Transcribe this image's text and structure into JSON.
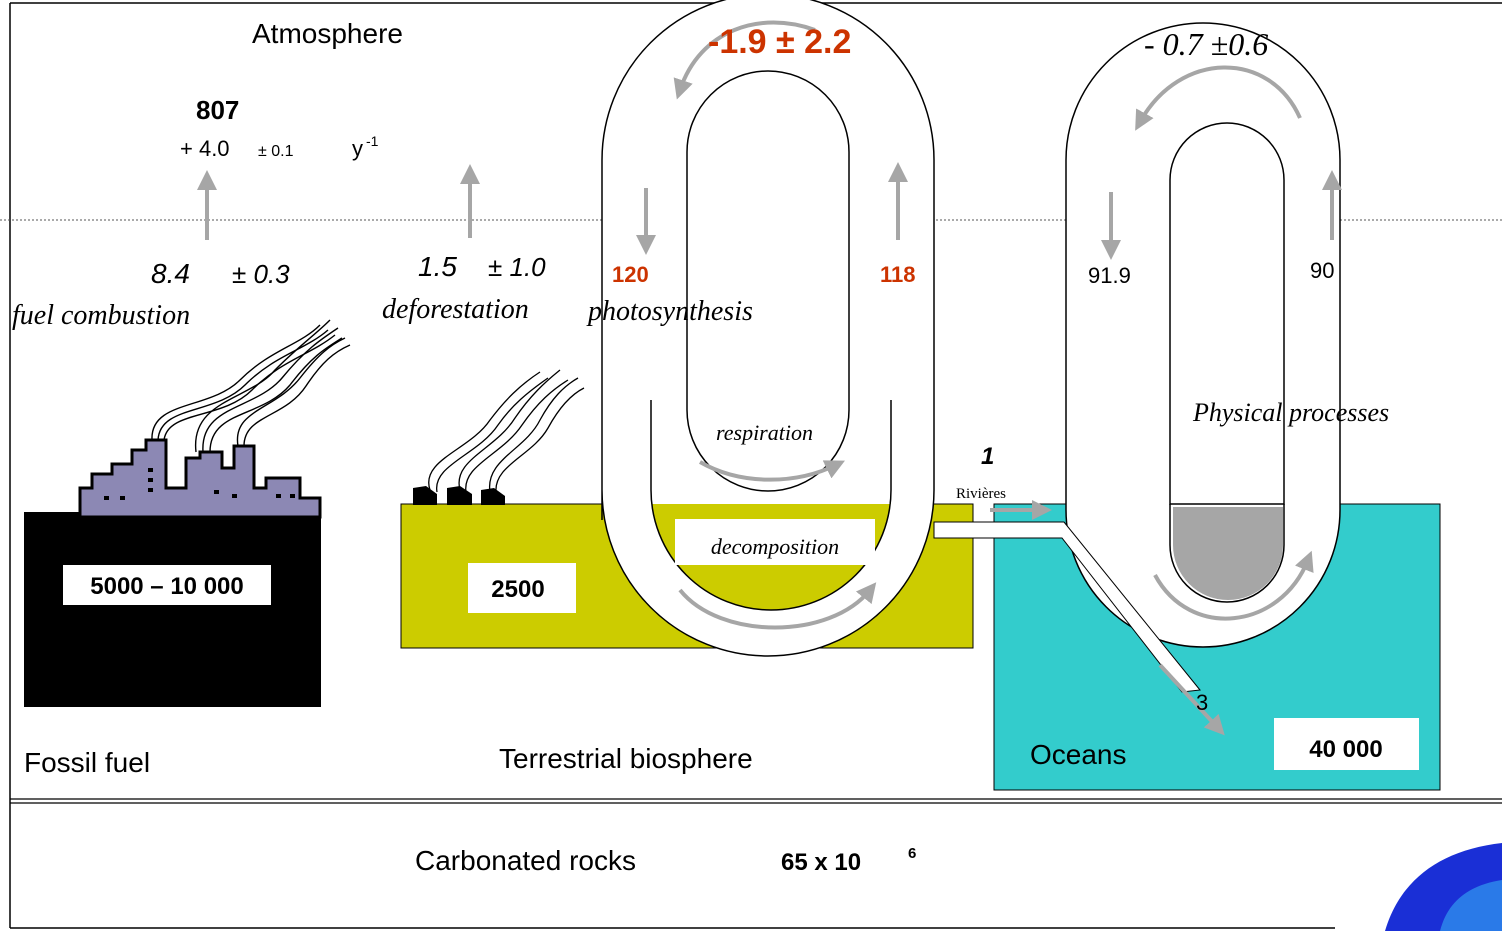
{
  "atmosphere": {
    "label": "Atmosphere",
    "stock": "807",
    "growth": "+ 4.0",
    "growth_unc": "± 0.1",
    "unit_base": "y",
    "unit_exp": "-1"
  },
  "fuel": {
    "flux": "8.4",
    "flux_unc": "± 0.3",
    "label": "fuel combustion",
    "stock": "5000 – 10 000",
    "reservoir_label": "Fossil fuel"
  },
  "deforestation": {
    "flux": "1.5",
    "flux_unc": "± 1.0",
    "label": "deforestation"
  },
  "land_cycle": {
    "net": "-1.9 ±  2.2",
    "down_flux": "120",
    "up_flux": "118",
    "photosynthesis_label": "photosynthesis",
    "respiration_label": "respiration",
    "decomposition_label": "decomposition"
  },
  "terrestrial": {
    "stock": "2500",
    "label": "Terrestrial biosphere"
  },
  "rivers": {
    "flux": "1",
    "label": "Rivières"
  },
  "ocean_cycle": {
    "net": "- 0.7 ±0.6",
    "down_flux": "91.9",
    "up_flux": "90",
    "physical_label": "Physical processes",
    "sediment_flux": "3"
  },
  "oceans": {
    "label": "Oceans",
    "stock": "40 000"
  },
  "rocks": {
    "label": "Carbonated rocks",
    "stock_base": "65 x 10",
    "stock_exp": "6"
  },
  "colors": {
    "land": "#cccc00",
    "ocean": "#33cccc",
    "factory": "#8c88b4",
    "highlight": "#cc3300",
    "arrow": "#a6a6a6"
  }
}
